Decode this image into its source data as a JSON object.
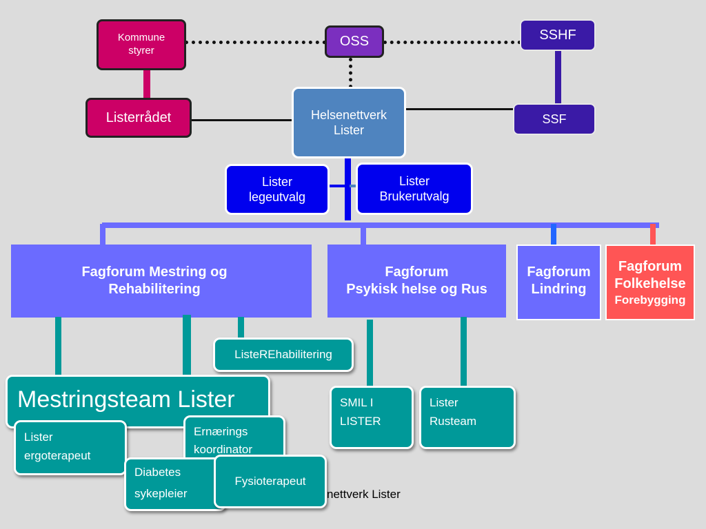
{
  "top": {
    "kommune": "Kommune\nstyrer",
    "oss": "OSS",
    "sshf": "SSHF",
    "listeradet": "Listerrådet",
    "helsenettverk": "Helsenettverk\nLister",
    "ssf": "SSF",
    "legeutvalg": "Lister\nlegeutvalg",
    "brukerutvalg": "Lister\nBrukerutvalg"
  },
  "forums": {
    "mestring": "Fagforum Mestring og\nRehabilitering",
    "psykisk": "Fagforum\nPsykisk helse og Rus",
    "lindring": "Fagforum\nLindring",
    "folkehelse_title": "Fagforum\nFolkehelse",
    "folkehelse_sub": "Forebygging"
  },
  "teams": {
    "listerehab": "ListeREhabilitering",
    "mestringsteam": "Mestringsteam Lister",
    "ergoterapeut": "Lister\nergoterapeut",
    "ernaering": "Ernærings\nkoordinator",
    "diabetes": "Diabetes\nsykepleier",
    "fysio": "Fysioterapeut",
    "smil": "SMIL I\nLISTER",
    "rusteam": "Lister\nRusteam"
  },
  "footer": "nettverk Lister"
}
